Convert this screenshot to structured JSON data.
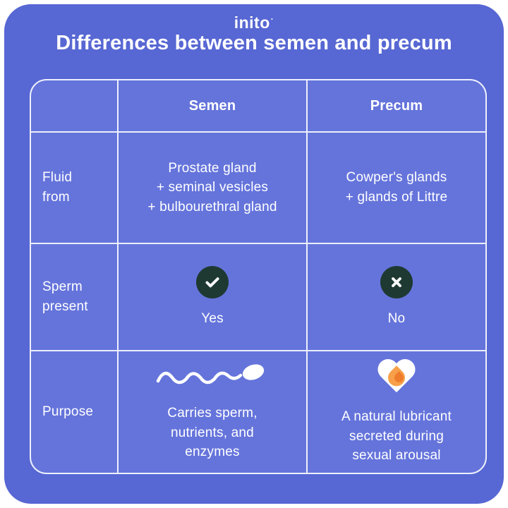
{
  "brand": {
    "logo": "inito",
    "logo_mark": "·"
  },
  "title": "Differences between semen and precum",
  "table": {
    "headers": {
      "semen": "Semen",
      "precum": "Precum"
    },
    "rows": {
      "fluid": {
        "label": "Fluid\nfrom",
        "semen": "Prostate gland\n+ seminal vesicles\n+ bulbourethral gland",
        "precum": "Cowper's glands\n+ glands of Littre"
      },
      "sperm": {
        "label": "Sperm\npresent",
        "semen": "Yes",
        "precum": "No"
      },
      "purpose": {
        "label": "Purpose",
        "semen": "Carries sperm,\nnutrients, and\nenzymes",
        "precum": "A natural lubricant\nsecreted during\nsexual arousal"
      }
    }
  },
  "colors": {
    "background": "#5767d3",
    "cell": "#6574db",
    "grid_line": "#edf0fc",
    "text": "#ffffff",
    "icon_circle": "#1e3931",
    "flame_outer": "#f7a049",
    "flame_inner": "#ee7c2b"
  }
}
